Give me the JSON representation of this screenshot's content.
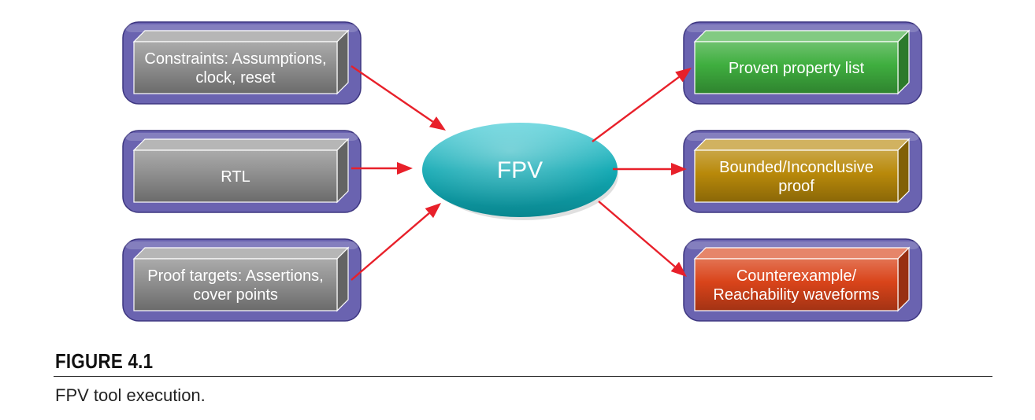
{
  "inputs": [
    {
      "lines": [
        "Constraints: Assumptions,",
        "clock, reset"
      ]
    },
    {
      "lines": [
        "RTL"
      ]
    },
    {
      "lines": [
        "Proof targets: Assertions,",
        "cover points"
      ]
    }
  ],
  "center": {
    "label": "FPV"
  },
  "outputs": [
    {
      "lines": [
        "Proven property list"
      ],
      "color": "#3fae3f"
    },
    {
      "lines": [
        "Bounded/Inconclusive",
        "proof"
      ],
      "color": "#b8890a"
    },
    {
      "lines": [
        "Counterexample/",
        "Reachability waveforms"
      ],
      "color": "#d9441a"
    }
  ],
  "colors": {
    "input_box": "#8f8f8f",
    "frame": "#6a63b0",
    "arrow": "#e8202a",
    "ellipse": "#11a6b0"
  },
  "figure": {
    "number": "FIGURE 4.1",
    "caption": "FPV tool execution."
  }
}
